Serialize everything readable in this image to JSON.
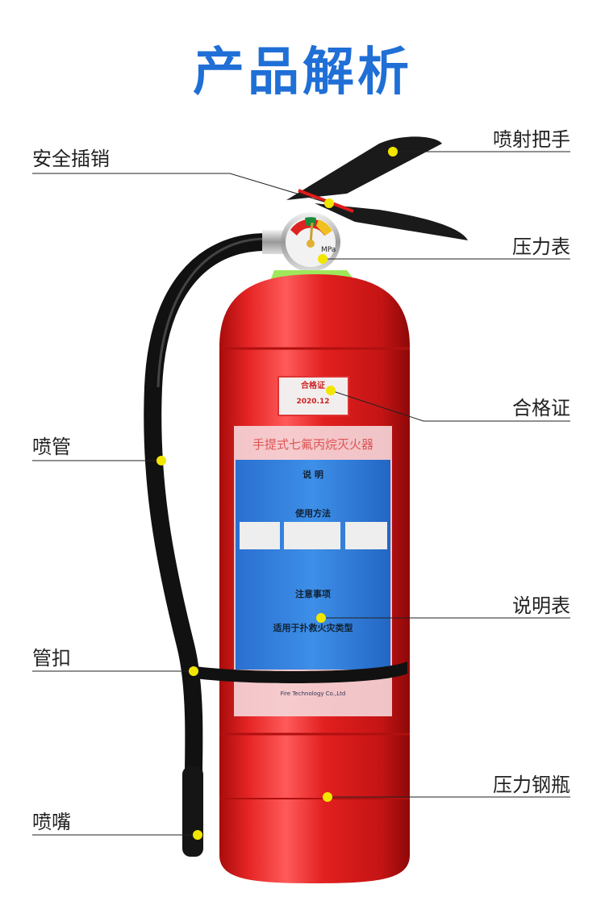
{
  "title": "产品解析",
  "colors": {
    "title": "#1f6fd6",
    "body": "#e21f1f",
    "dot": "#f2e600",
    "line": "#222222"
  },
  "callouts": {
    "safety_pin": "安全插销",
    "spray_handle": "喷射把手",
    "pressure_gauge": "压力表",
    "certificate": "合格证",
    "hose": "喷管",
    "instruction_label": "说明表",
    "hose_clip": "管扣",
    "pressure_cylinder": "压力钢瓶",
    "nozzle": "喷嘴"
  },
  "product_labels": {
    "certificate_title": "合格证",
    "certificate_date": "2020.12",
    "product_name": "手提式七氟丙烷灭火器",
    "section_intro": "说 明",
    "section_usage": "使用方法",
    "section_notes": "注意事项",
    "section_fire_types": "适用于扑救火灾类型",
    "company_en": "Fire Technology Co.,Ltd",
    "gauge_unit": "MPa"
  }
}
